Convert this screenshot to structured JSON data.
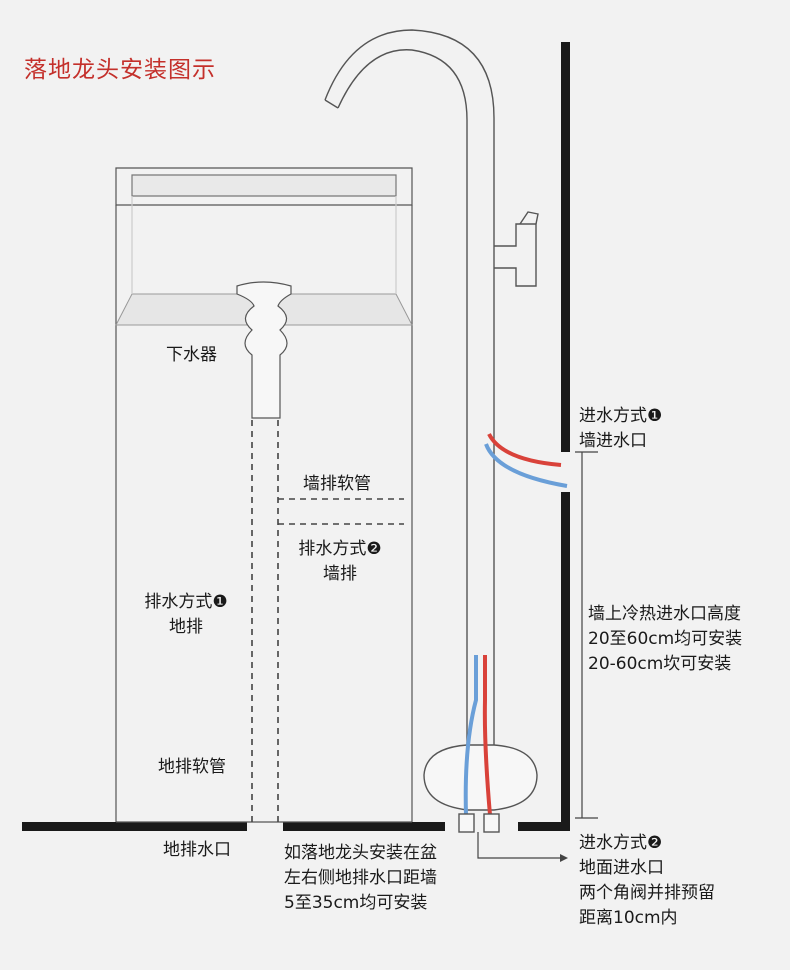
{
  "title": "落地龙头安装图示",
  "labels": {
    "drain_valve": "下水器",
    "wall_drain_hose": "墙排软管",
    "drain_method_2": "排水方式❷",
    "wall_drain": "墙排",
    "drain_method_1": "排水方式❶",
    "floor_drain": "地排",
    "floor_drain_hose": "地排软管",
    "floor_drain_outlet": "地排水口",
    "water_inlet_1": "进水方式❶",
    "wall_water_inlet": "墙进水口",
    "wall_height": [
      "墙上冷热进水口高度",
      "20至60cm均可安装",
      "20-60cm坎可安装"
    ],
    "floor_note": [
      "如落地龙头安装在盆",
      "左右侧地排水口距墙",
      "5至35cm均可安装"
    ],
    "water_inlet_2": "进水方式❷",
    "floor_inlet_notes": [
      "地面进水口",
      "两个角阀并排预留",
      "距离10cm内"
    ]
  },
  "colors": {
    "title": "#c4302b",
    "hot_pipe": "#d9423a",
    "cold_pipe": "#6a9fd8",
    "line": "#444444",
    "wall": "#1a1a1a"
  }
}
